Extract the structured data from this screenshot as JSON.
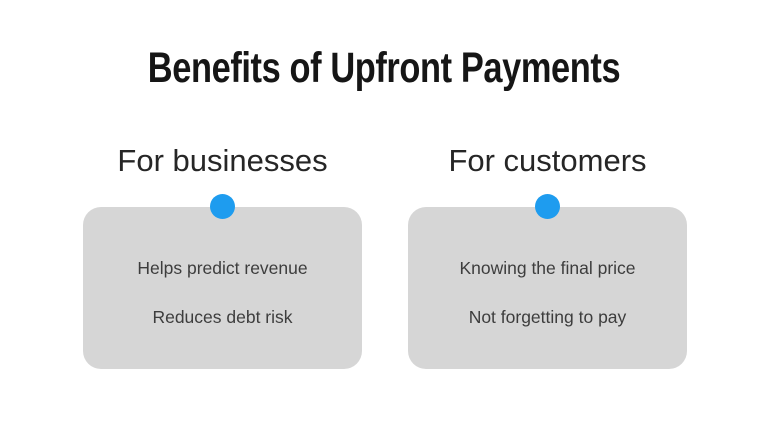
{
  "title": "Benefits of Upfront Payments",
  "columns": [
    {
      "heading": "For businesses",
      "items": [
        "Helps predict revenue",
        "Reduces debt risk"
      ]
    },
    {
      "heading": "For customers",
      "items": [
        "Knowing the final price",
        "Not forgetting to pay"
      ]
    }
  ],
  "colors": {
    "accent_blue": "#1e9cef",
    "card_gray": "#d6d6d6",
    "title_text": "#161616",
    "heading_text": "#262626",
    "body_text": "#3d3d3d",
    "background": "#ffffff"
  }
}
